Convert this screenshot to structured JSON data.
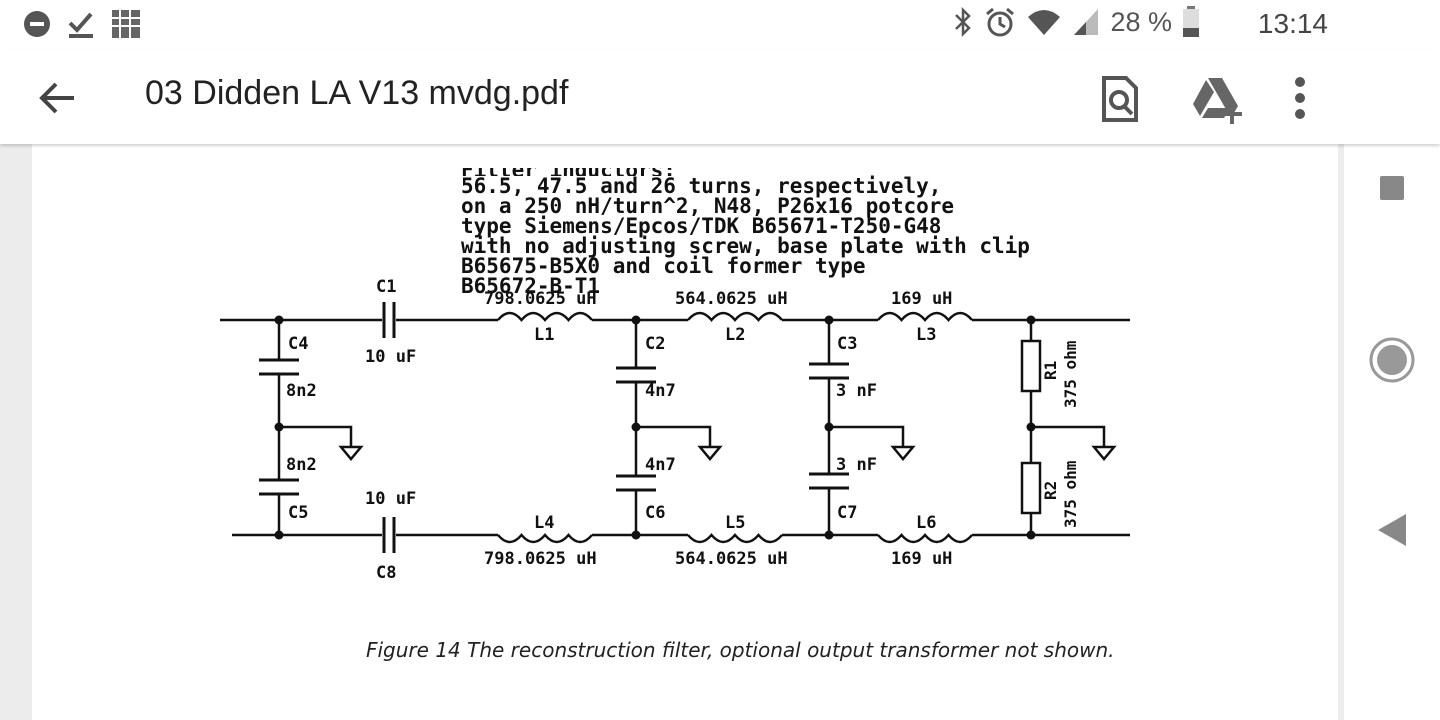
{
  "status_bar": {
    "battery_percent": "28 %",
    "time": "13:14",
    "icons": [
      "do-not-disturb-icon",
      "download-done-icon",
      "app-icon",
      "bluetooth-icon",
      "alarm-icon",
      "wifi-icon",
      "signal-icon",
      "battery-icon"
    ]
  },
  "app_bar": {
    "title": "03 Didden LA V13 mvdg.pdf",
    "icons": [
      "back-arrow-icon",
      "find-in-document-icon",
      "add-to-drive-icon",
      "more-options-icon"
    ]
  },
  "document": {
    "notes_lines": [
      "Filter inductors:",
      "56.5, 47.5 and 26 turns, respectively,",
      "on a 250 nH/turn^2, N48, P26x16 potcore",
      "type Siemens/Epcos/TDK B65671-T250-G48",
      "with no adjusting screw, base plate with clip",
      "B65675-B5X0 and coil former type",
      "B65672-B-T1"
    ],
    "schematic": {
      "labels": {
        "C1": "C1",
        "C1_val": "10 uF",
        "C8": "C8",
        "C8_val": "10 uF",
        "C4": "C4",
        "C4_val": "8n2",
        "C5": "C5",
        "C5_val": "8n2",
        "C2": "C2",
        "C2_val": "4n7",
        "C6": "C6",
        "C6_val": "4n7",
        "C3": "C3",
        "C3_val": "3 nF",
        "C7": "C7",
        "C7_val": "3 nF",
        "L1": "L1",
        "L1_val": "798.0625 uH",
        "L2": "L2",
        "L2_val": "564.0625 uH",
        "L3": "L3",
        "L3_val": "169 uH",
        "L4": "L4",
        "L4_val": "798.0625 uH",
        "L5": "L5",
        "L5_val": "564.0625 uH",
        "L6": "L6",
        "L6_val": "169 uH",
        "R1": "R1",
        "R1_val": "375 ohm",
        "R2": "R2",
        "R2_val": "375 ohm"
      }
    },
    "caption": "Figure 14 The reconstruction filter, optional output transformer not shown."
  },
  "nav_bar": {
    "icons": [
      "recents-square-icon",
      "home-circle-icon",
      "back-triangle-icon"
    ]
  }
}
